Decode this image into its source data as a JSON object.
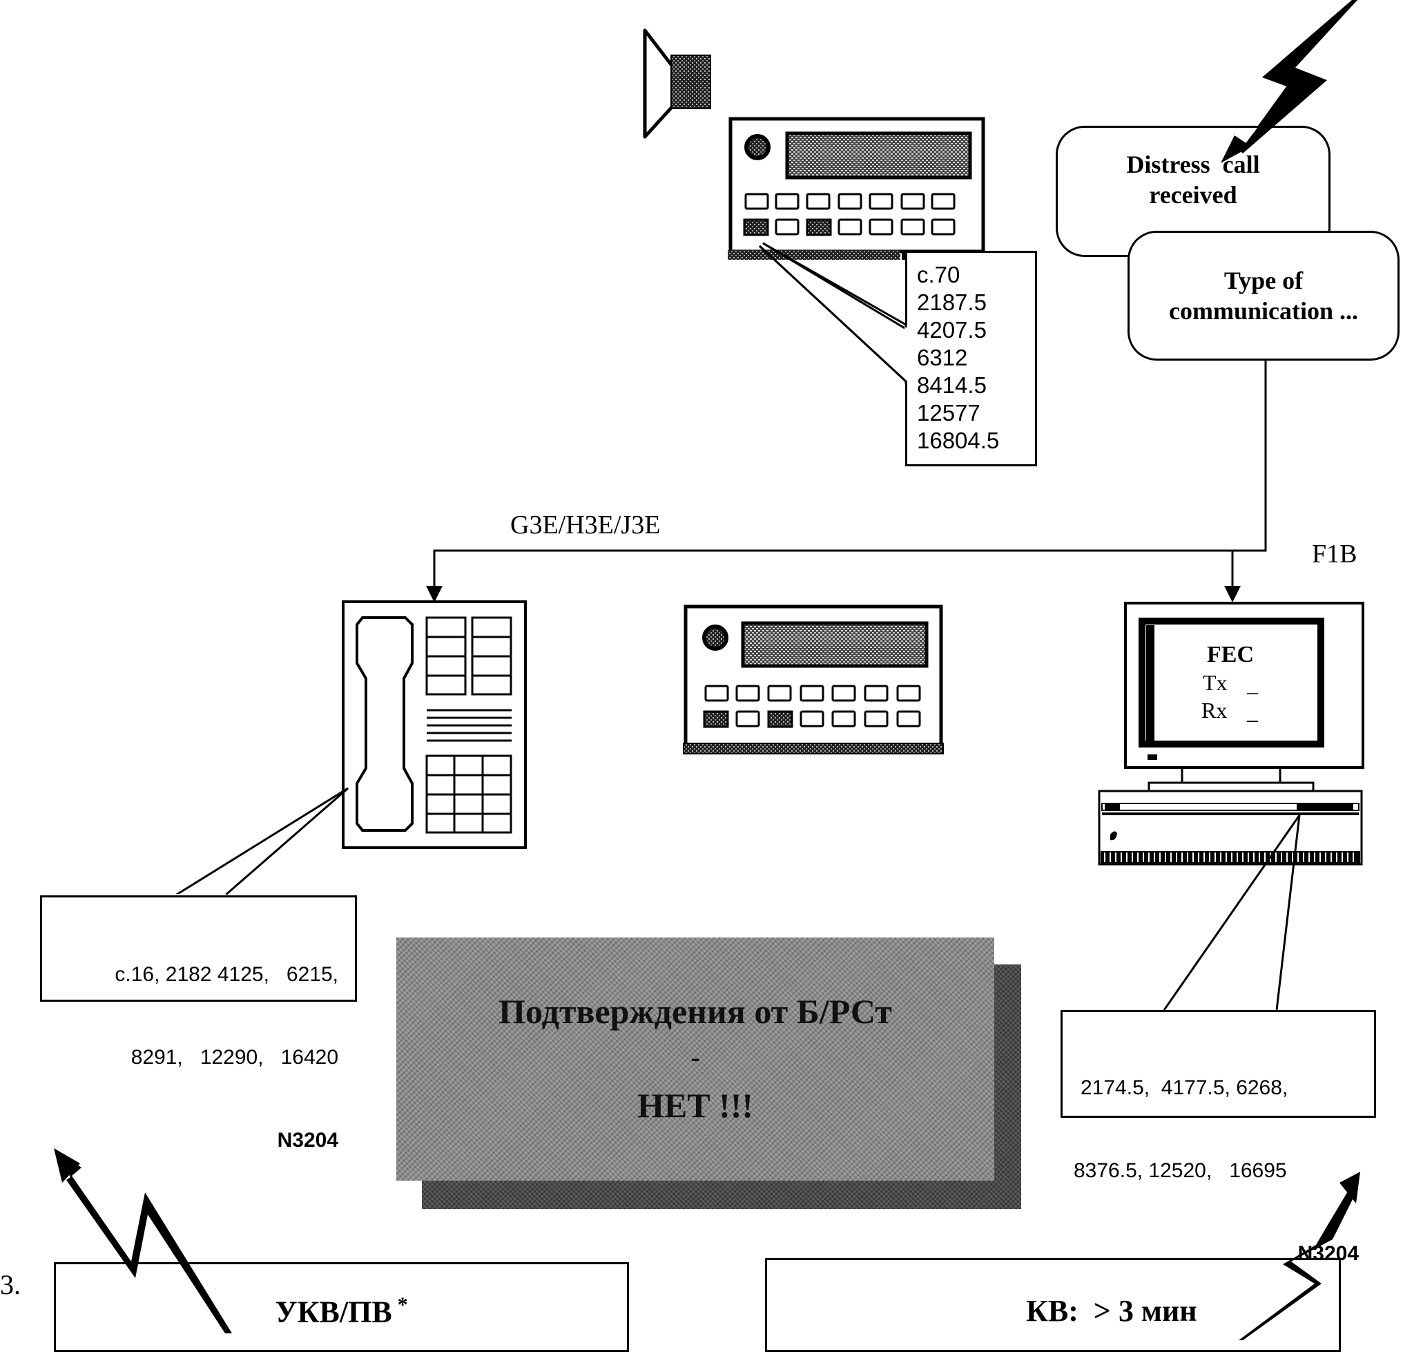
{
  "diagram": {
    "distress_box": {
      "line1": "Distress  call",
      "line2": "received"
    },
    "type_box": {
      "line1": "Type of",
      "line2": "communication ..."
    },
    "mode_voice_label": "G3E/H3E/J3E",
    "mode_telex_label": "F1B",
    "top_radio_frequencies": [
      "c.70",
      "2187.5",
      "4207.5",
      "6312",
      "8414.5",
      "12577",
      "16804.5"
    ],
    "phone_frequencies": {
      "line1": "c.16, 2182 4125,   6215,",
      "line2": "8291,   12290,   16420",
      "reference": "N3204"
    },
    "computer_screen": {
      "title": "FEC",
      "tx_label": "Tx",
      "tx_value": "_",
      "rx_label": "Rx",
      "rx_value": "_"
    },
    "computer_frequencies": {
      "line1": "2174.5,  4177.5, 6268,",
      "line2": "8376.5, 12520,   16695",
      "reference": "N3204"
    },
    "warning_card": {
      "line1": "Подтверждения от Б/РСт",
      "line2": "-",
      "line3": "НЕТ !!!"
    },
    "step_number": "3.",
    "bottom_left_box": {
      "label": "УКВ/ПВ",
      "marker": "*"
    },
    "bottom_right_box": {
      "label": "КВ:  > 3 мин"
    },
    "icons": [
      "speaker-icon",
      "radio-transceiver-icon",
      "telephone-icon",
      "computer-terminal-icon",
      "lightning-arrow-icon"
    ]
  }
}
